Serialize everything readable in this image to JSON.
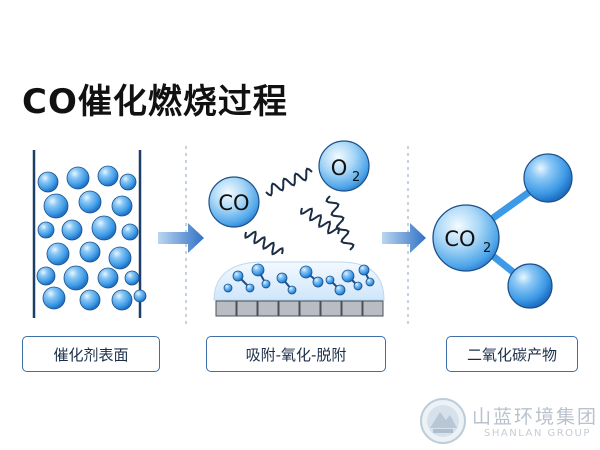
{
  "title": "CO催化燃烧过程",
  "stages": [
    {
      "label": "催化剂表面"
    },
    {
      "label": "吸附-氧化-脱附"
    },
    {
      "label": "二氧化碳产物"
    }
  ],
  "molecules": {
    "co": "CO",
    "o2_main": "O",
    "o2_sub": "2",
    "co2_main": "CO",
    "co2_sub": "2"
  },
  "watermark": {
    "name": "山蓝环境集团",
    "english": "SHANLAN GROUP"
  },
  "colors": {
    "sphere": "#3d9ae6",
    "outline": "#1d4f8a",
    "arrow": "#2f72c4",
    "divider": "#9fb4cc",
    "label_border": "#3f6fa6"
  }
}
